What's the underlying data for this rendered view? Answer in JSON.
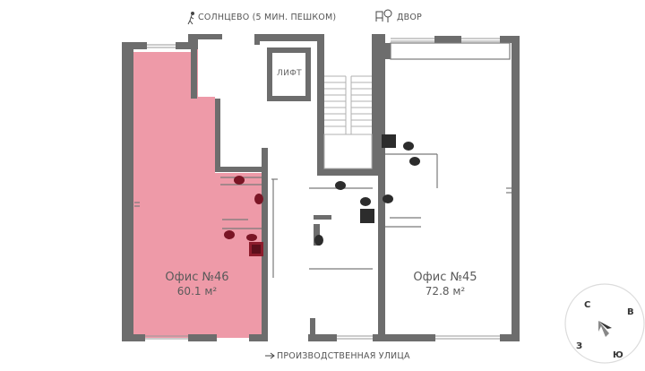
{
  "labels": {
    "metro": "СОЛНЦЕВО (5 МИН. ПЕШКОМ)",
    "yard": "ДВОР",
    "street": "ПРОИЗВОДСТВЕННАЯ УЛИЦА",
    "lift": "ЛИФТ"
  },
  "offices": [
    {
      "title": "Офис №46",
      "area": "60.1 м²",
      "highlighted": true
    },
    {
      "title": "Офис №45",
      "area": "72.8 м²",
      "highlighted": false
    }
  ],
  "compass": {
    "north": "С",
    "east": "В",
    "south": "Ю",
    "west": "З"
  },
  "colors": {
    "wall": "#6d6d6d",
    "highlight": "#ee9aa8",
    "highlight_dark": "#8c1c2c",
    "furniture": "#2c2c2c"
  },
  "icons": [
    "walking-person-icon",
    "tree-bench-icon",
    "arrow-right-icon",
    "compass-needle-icon"
  ]
}
